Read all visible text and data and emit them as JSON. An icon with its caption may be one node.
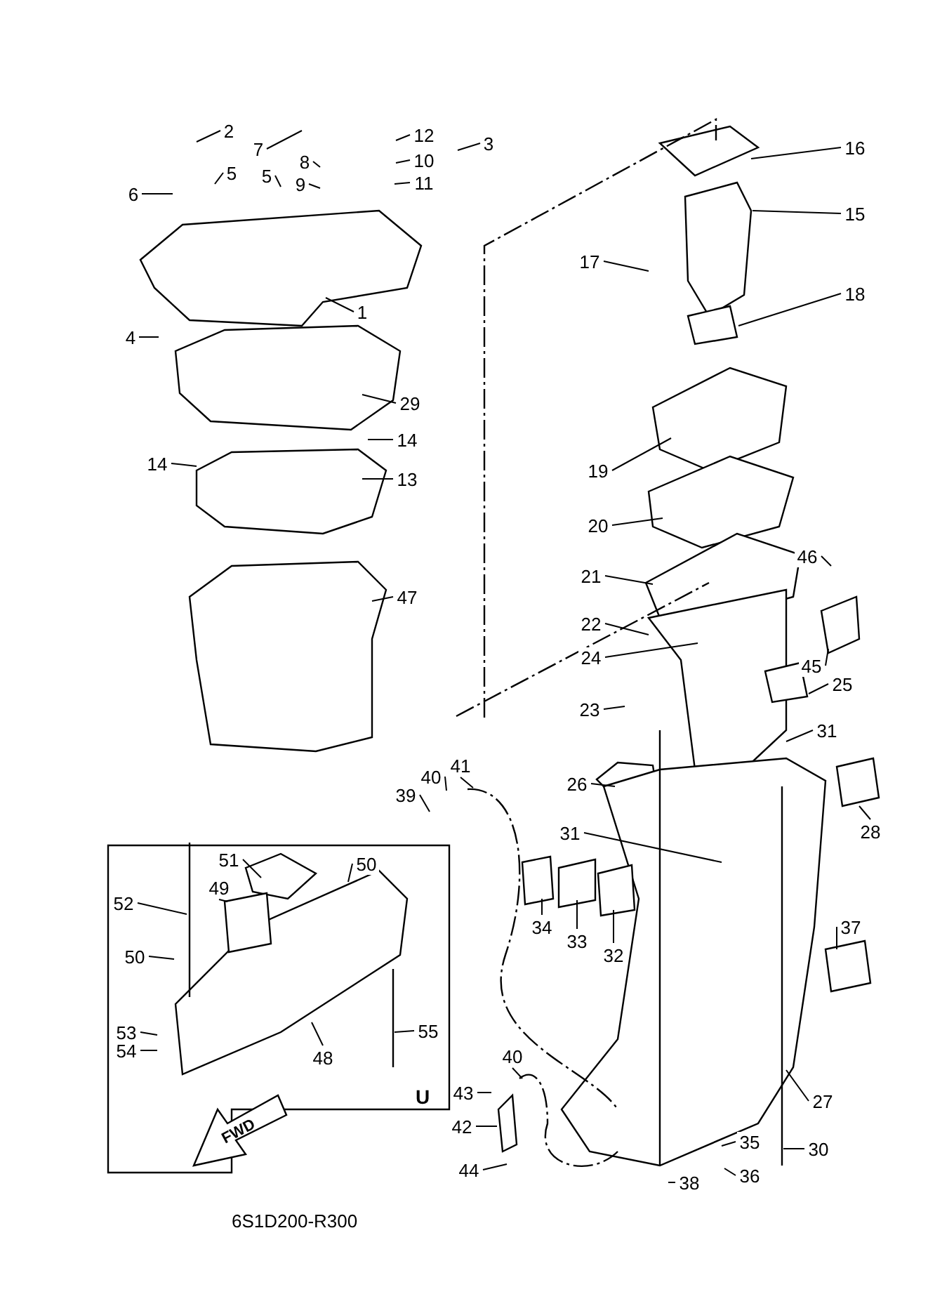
{
  "diagram": {
    "nodes": [
      {
        "text": [
          "1"
        ]
      },
      {
        "text": [
          "2"
        ]
      },
      {
        "text": [
          "3"
        ]
      },
      {
        "text": [
          "4"
        ]
      },
      {
        "text": [
          "5"
        ]
      },
      {
        "text": [
          "5"
        ]
      },
      {
        "text": [
          "6"
        ]
      },
      {
        "text": [
          "7"
        ]
      },
      {
        "text": [
          "8"
        ]
      },
      {
        "text": [
          "9"
        ]
      },
      {
        "text": [
          "10"
        ]
      },
      {
        "text": [
          "11"
        ]
      },
      {
        "text": [
          "12"
        ]
      },
      {
        "text": [
          "13"
        ]
      },
      {
        "text": [
          "14"
        ]
      },
      {
        "text": [
          "14"
        ]
      },
      {
        "text": [
          "15"
        ]
      },
      {
        "text": [
          "16"
        ]
      },
      {
        "text": [
          "17"
        ]
      },
      {
        "text": [
          "18"
        ]
      },
      {
        "text": [
          "19"
        ]
      },
      {
        "text": [
          "20"
        ]
      },
      {
        "text": [
          "21"
        ]
      },
      {
        "text": [
          "22"
        ]
      },
      {
        "text": [
          "23"
        ]
      },
      {
        "text": [
          "24"
        ]
      },
      {
        "text": [
          "25"
        ]
      },
      {
        "text": [
          "26"
        ]
      },
      {
        "text": [
          "27"
        ]
      },
      {
        "text": [
          "28"
        ]
      },
      {
        "text": [
          "29"
        ]
      },
      {
        "text": [
          "30"
        ]
      },
      {
        "text": [
          "31"
        ]
      },
      {
        "text": [
          "31"
        ]
      },
      {
        "text": [
          "32"
        ]
      },
      {
        "text": [
          "33"
        ]
      },
      {
        "text": [
          "34"
        ]
      },
      {
        "text": [
          "35"
        ]
      },
      {
        "text": [
          "36"
        ]
      },
      {
        "text": [
          "37"
        ]
      },
      {
        "text": [
          "38"
        ]
      },
      {
        "text": [
          "39"
        ]
      },
      {
        "text": [
          "40"
        ]
      },
      {
        "text": [
          "40"
        ]
      },
      {
        "text": [
          "41"
        ]
      },
      {
        "text": [
          "42"
        ]
      },
      {
        "text": [
          "43"
        ]
      },
      {
        "text": [
          "44"
        ]
      },
      {
        "text": [
          "45"
        ]
      },
      {
        "text": [
          "46"
        ]
      },
      {
        "text": [
          "47"
        ]
      },
      {
        "text": [
          "48"
        ]
      },
      {
        "text": [
          "49"
        ]
      },
      {
        "text": [
          "50"
        ]
      },
      {
        "text": [
          "50"
        ]
      },
      {
        "text": [
          "51"
        ]
      },
      {
        "text": [
          "52"
        ]
      },
      {
        "text": [
          "53"
        ]
      },
      {
        "text": [
          "54"
        ]
      },
      {
        "text": [
          "55"
        ]
      }
    ],
    "edges": [
      {
        "from": 0,
        "to": null,
        "arrow": "none"
      },
      {
        "from": 1,
        "to": null,
        "arrow": "none"
      },
      {
        "from": 2,
        "to": null,
        "arrow": "none"
      },
      {
        "from": 3,
        "to": null,
        "arrow": "none"
      },
      {
        "from": 4,
        "to": null,
        "arrow": "none"
      },
      {
        "from": 5,
        "to": null,
        "arrow": "none"
      },
      {
        "from": 6,
        "to": null,
        "arrow": "none"
      },
      {
        "from": 7,
        "to": null,
        "arrow": "none"
      },
      {
        "from": 8,
        "to": null,
        "arrow": "none"
      },
      {
        "from": 9,
        "to": null,
        "arrow": "none"
      },
      {
        "from": 10,
        "to": null,
        "arrow": "none"
      },
      {
        "from": 11,
        "to": null,
        "arrow": "none"
      },
      {
        "from": 12,
        "to": null,
        "arrow": "none"
      },
      {
        "from": 13,
        "to": null,
        "arrow": "none"
      },
      {
        "from": 14,
        "to": null,
        "arrow": "none"
      },
      {
        "from": 15,
        "to": null,
        "arrow": "none"
      },
      {
        "from": 16,
        "to": null,
        "arrow": "none"
      },
      {
        "from": 17,
        "to": null,
        "arrow": "none"
      },
      {
        "from": 18,
        "to": null,
        "arrow": "none"
      },
      {
        "from": 19,
        "to": null,
        "arrow": "none"
      },
      {
        "from": 20,
        "to": null,
        "arrow": "none"
      },
      {
        "from": 21,
        "to": null,
        "arrow": "none"
      },
      {
        "from": 22,
        "to": null,
        "arrow": "none"
      },
      {
        "from": 23,
        "to": null,
        "arrow": "none"
      },
      {
        "from": 24,
        "to": null,
        "arrow": "none"
      },
      {
        "from": 25,
        "to": null,
        "arrow": "none"
      },
      {
        "from": 26,
        "to": null,
        "arrow": "none"
      },
      {
        "from": 27,
        "to": null,
        "arrow": "none"
      },
      {
        "from": 28,
        "to": null,
        "arrow": "none"
      },
      {
        "from": 29,
        "to": null,
        "arrow": "none"
      },
      {
        "from": 30,
        "to": null,
        "arrow": "none"
      },
      {
        "from": 31,
        "to": null,
        "arrow": "none"
      },
      {
        "from": 32,
        "to": null,
        "arrow": "none"
      },
      {
        "from": 33,
        "to": null,
        "arrow": "none"
      },
      {
        "from": 34,
        "to": null,
        "arrow": "none"
      },
      {
        "from": 35,
        "to": null,
        "arrow": "none"
      },
      {
        "from": 36,
        "to": null,
        "arrow": "none"
      },
      {
        "from": 37,
        "to": null,
        "arrow": "none"
      },
      {
        "from": 38,
        "to": null,
        "arrow": "none"
      },
      {
        "from": 39,
        "to": null,
        "arrow": "none"
      },
      {
        "from": 40,
        "to": null,
        "arrow": "none"
      },
      {
        "from": 41,
        "to": null,
        "arrow": "none"
      },
      {
        "from": 42,
        "to": null,
        "arrow": "none"
      },
      {
        "from": 43,
        "to": null,
        "arrow": "none"
      },
      {
        "from": 44,
        "to": null,
        "arrow": "none"
      },
      {
        "from": 45,
        "to": null,
        "arrow": "none"
      },
      {
        "from": 46,
        "to": null,
        "arrow": "none"
      },
      {
        "from": 47,
        "to": null,
        "arrow": "none"
      },
      {
        "from": 48,
        "to": null,
        "arrow": "none"
      },
      {
        "from": 49,
        "to": null,
        "arrow": "none"
      },
      {
        "from": 50,
        "to": null,
        "arrow": "none"
      },
      {
        "from": 51,
        "to": null,
        "arrow": "none"
      },
      {
        "from": 52,
        "to": null,
        "arrow": "none"
      },
      {
        "from": 53,
        "to": null,
        "arrow": "none"
      },
      {
        "from": 54,
        "to": null,
        "arrow": "none"
      },
      {
        "from": 55,
        "to": null,
        "arrow": "none"
      },
      {
        "from": 56,
        "to": null,
        "arrow": "none"
      },
      {
        "from": 57,
        "to": null,
        "arrow": "none"
      },
      {
        "from": 58,
        "to": null,
        "arrow": "none"
      },
      {
        "from": 59,
        "to": null,
        "arrow": "none"
      }
    ],
    "labels": [
      "U",
      "FWD",
      "6S1D200-R300"
    ]
  }
}
